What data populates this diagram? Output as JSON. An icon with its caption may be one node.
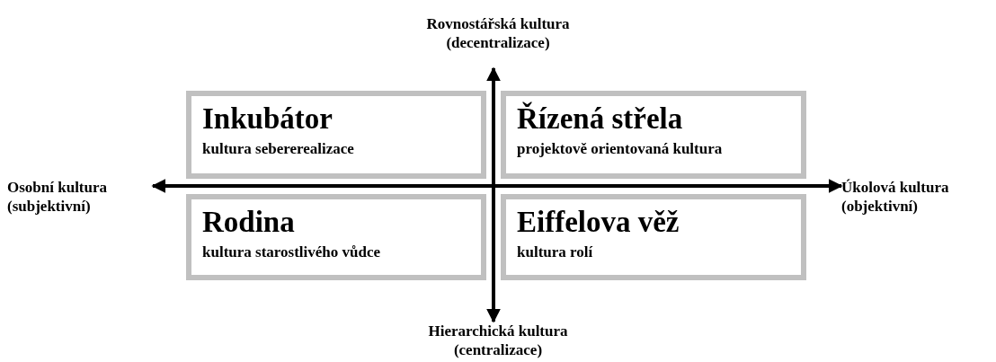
{
  "diagram": {
    "nodes": [
      {
        "text": [
          "Rovnostářská kultura (decentralizace)"
        ]
      },
      {
        "text": [
          "Inkubátor",
          "kultura sebererealizace"
        ]
      },
      {
        "text": [
          "Řízená střela",
          "projektově orientovaná kultura"
        ]
      },
      {
        "text": [
          "Osobní kultura (subjektivní)"
        ]
      },
      {
        "text": [
          "Úkolová kultura (objektivní)"
        ]
      },
      {
        "text": [
          "Rodina",
          "kultura starostlivého vůdce"
        ]
      },
      {
        "text": [
          "Eiffelova věž",
          "kultura rolí"
        ]
      },
      {
        "text": [
          "Hierarchická kultura (centralizace)"
        ]
      }
    ],
    "edges": [
      {
        "from": 3,
        "to": 4,
        "arrow": "both"
      },
      {
        "from": 0,
        "to": 7,
        "arrow": "both"
      }
    ]
  }
}
